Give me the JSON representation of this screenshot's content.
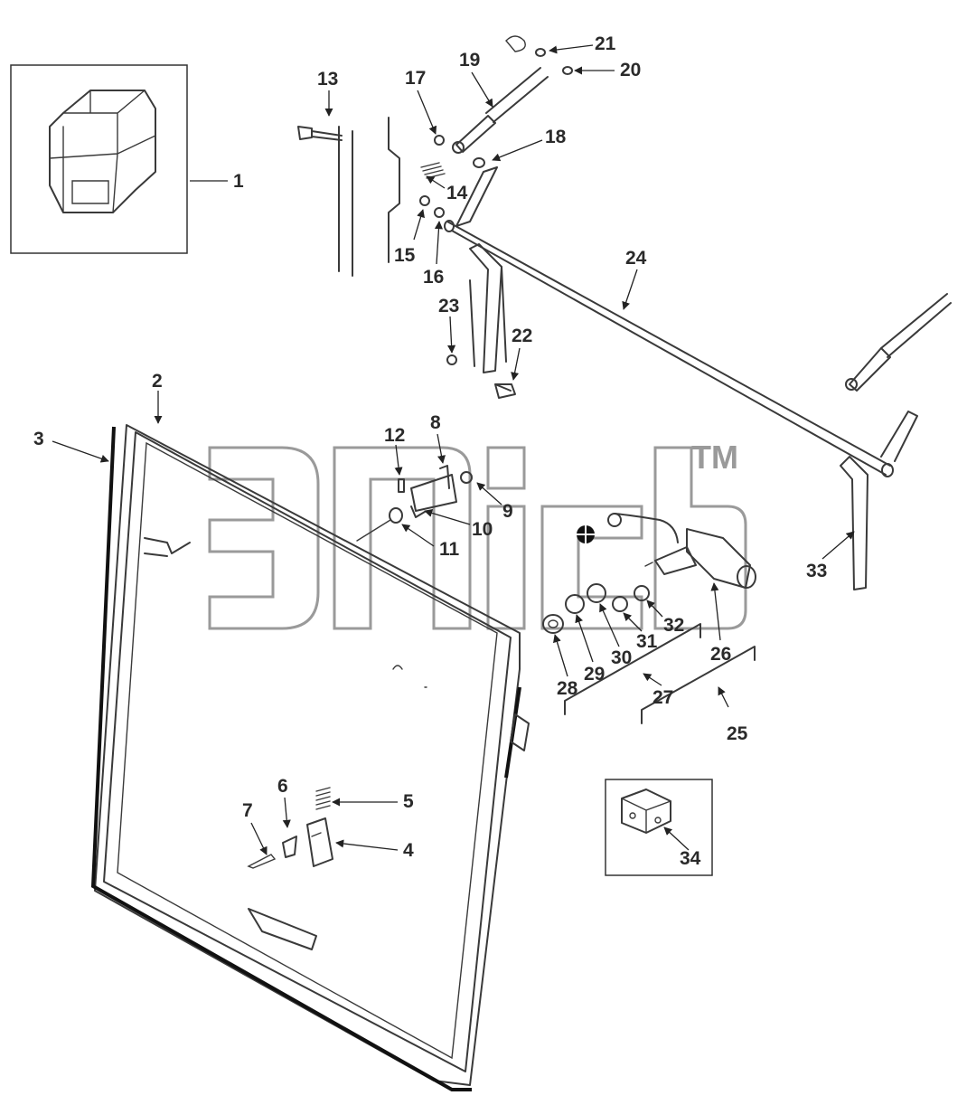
{
  "callouts": [
    "1",
    "2",
    "3",
    "4",
    "5",
    "6",
    "7",
    "8",
    "9",
    "10",
    "11",
    "12",
    "13",
    "14",
    "15",
    "16",
    "17",
    "18",
    "19",
    "20",
    "21",
    "22",
    "23",
    "24",
    "25",
    "26",
    "27",
    "28",
    "29",
    "30",
    "31",
    "32",
    "33",
    "34"
  ],
  "watermark": {
    "mark": "TM"
  }
}
